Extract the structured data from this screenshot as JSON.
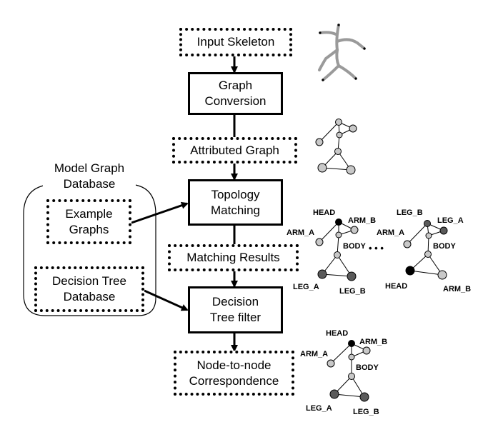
{
  "flow": {
    "input_skeleton": "Input Skeleton",
    "graph_conversion": [
      "Graph",
      "Conversion"
    ],
    "attributed_graph": "Attributed Graph",
    "topology_matching": [
      "Topology",
      "Matching"
    ],
    "matching_results": "Matching Results",
    "decision_tree_filter": [
      "Decision",
      "Tree filter"
    ],
    "node_correspondence": [
      "Node-to-node",
      "Correspondence"
    ]
  },
  "database": {
    "title": [
      "Model Graph",
      "Database"
    ],
    "example_graphs": [
      "Example",
      "Graphs"
    ],
    "decision_tree_db": [
      "Decision Tree",
      "Database"
    ]
  },
  "graph_labels": {
    "head": "HEAD",
    "arm_a": "ARM_A",
    "arm_b": "ARM_B",
    "leg_a": "LEG_A",
    "leg_b": "LEG_B",
    "body": "BODY",
    "ellipsis": "• • •"
  },
  "colors": {
    "node_light": "#c8c8c8",
    "node_dark": "#5a5a5a",
    "node_black": "#000000",
    "skeleton": "#9a9a9a"
  }
}
